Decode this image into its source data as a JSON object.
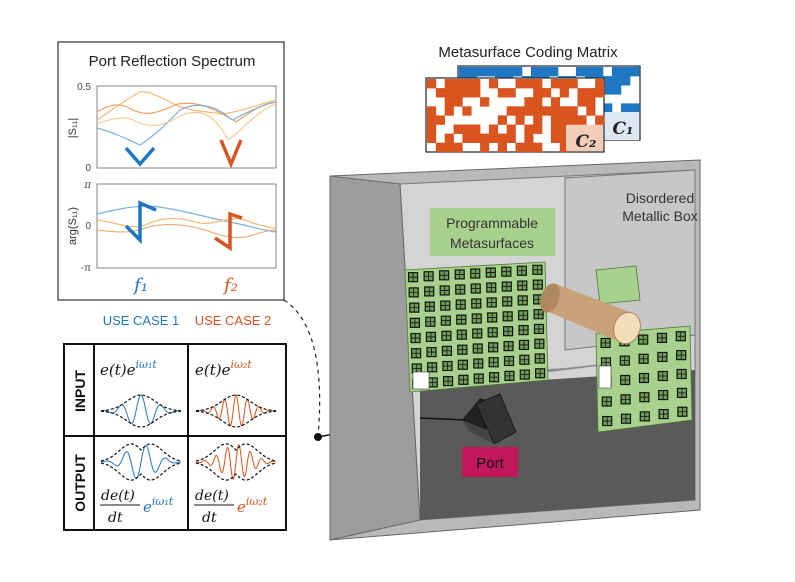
{
  "spectrum": {
    "title": "Port Reflection Spectrum",
    "top_ylabel": "|S₁₁|",
    "top_ticks": [
      "0.5",
      "0"
    ],
    "bottom_ylabel": "arg(S₁₁)",
    "bottom_ticks": [
      "π",
      "0",
      "-π"
    ],
    "f1": "f₁",
    "f2": "f₂"
  },
  "coding": {
    "title": "Metasurface Coding Matrix",
    "c1": "C₁",
    "c2": "C₂",
    "c1_color": "#1f77c4",
    "c2_color": "#d9541e"
  },
  "box": {
    "label_line1": "Disordered",
    "label_line2": "Metallic Box",
    "meta_line1": "Programmable",
    "meta_line2": "Metasurfaces",
    "port": "Port",
    "meta_bg": "#a9d18e",
    "port_bg": "#c2185b"
  },
  "table": {
    "use1": "USE CASE 1",
    "use2": "USE CASE 2",
    "use1_color": "#1f77c4",
    "use2_color": "#d9541e",
    "row_input": "INPUT",
    "row_output": "OUTPUT",
    "in1_base": "e(t)e",
    "in1_exp": "iω₁t",
    "in2_base": "e(t)e",
    "in2_exp": "iω₂t",
    "out_num": "de(t)",
    "out_den": "dt",
    "out_e": "e",
    "out1_exp": "iω₁t",
    "out2_exp": "iω₂t"
  }
}
